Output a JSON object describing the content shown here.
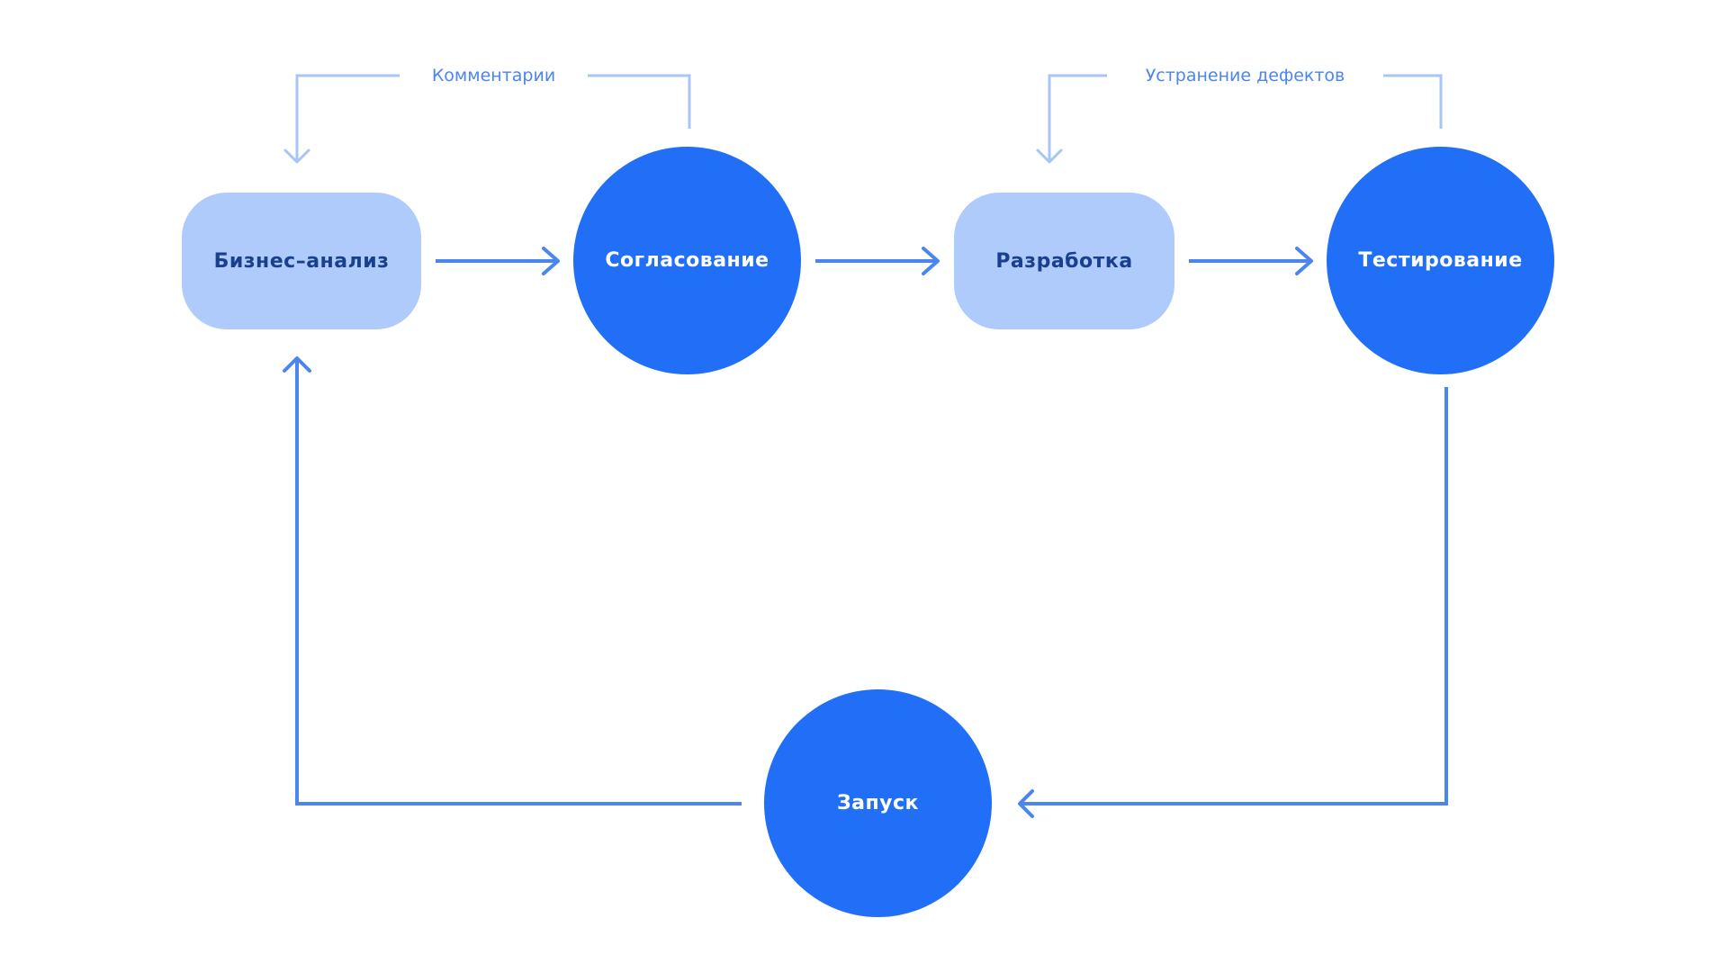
{
  "colors": {
    "rect_fill": "#aecbfb",
    "circle_fill": "#226ff7",
    "flow_line": "#4b86ee",
    "feedback_line": "#a9c5f6",
    "feedback_text": "#4b86ee"
  },
  "nodes": {
    "business_analysis": {
      "label": "Бизнес–анализ"
    },
    "approval": {
      "label": "Согласование"
    },
    "development": {
      "label": "Разработка"
    },
    "testing": {
      "label": "Тестирование"
    },
    "launch": {
      "label": "Запуск"
    }
  },
  "feedback": {
    "comments": "Комментарии",
    "defect_fixing": "Устранение дефектов"
  }
}
